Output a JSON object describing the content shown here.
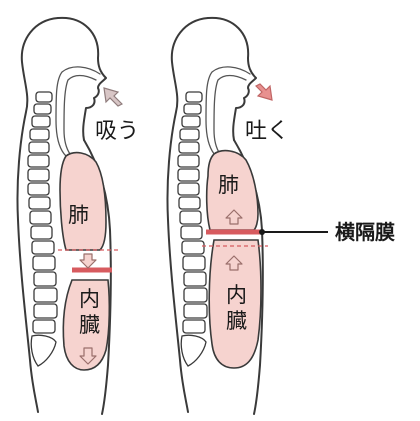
{
  "figure": {
    "inhale": {
      "action": "吸う",
      "lung": "肺",
      "viscera": [
        "内",
        "臓"
      ]
    },
    "exhale": {
      "action": "吐く",
      "lung": "肺",
      "viscera": [
        "内",
        "臓"
      ]
    },
    "callout": "横隔膜",
    "colors": {
      "organ_fill": "#f6d3cf",
      "diaphragm": "#d75b5f",
      "outline": "#3a3a3a",
      "air_in": "#d8c6c6",
      "air_out": "#e8908f"
    }
  }
}
